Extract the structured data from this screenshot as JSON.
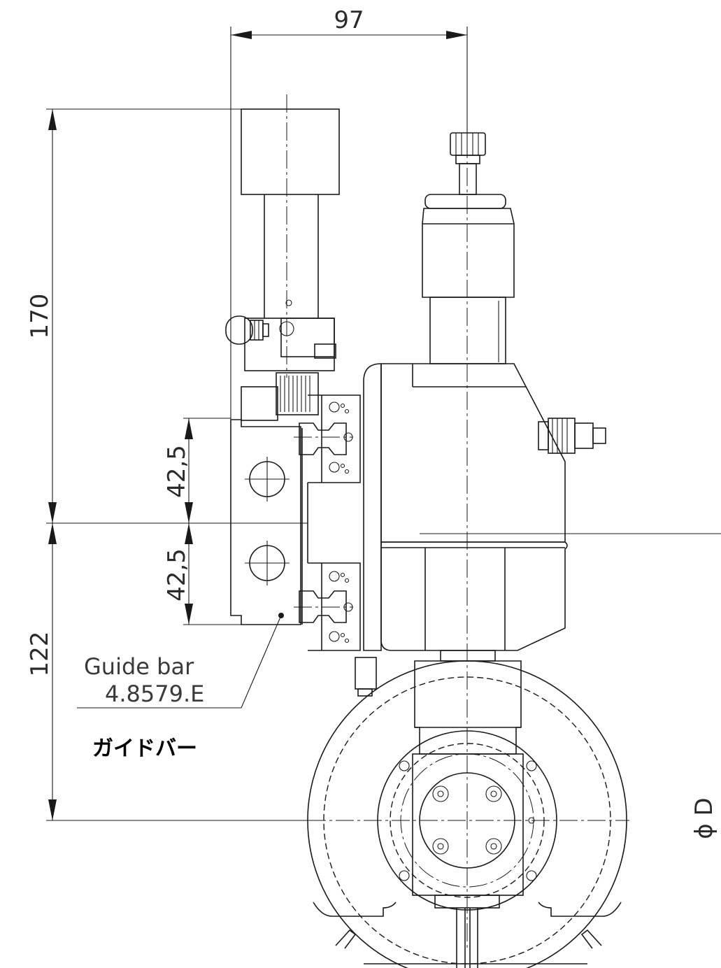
{
  "dimensions": {
    "width_top": "97",
    "height_upper": "170",
    "height_lower": "122",
    "pitch_upper": "42,5",
    "pitch_lower": "42,5",
    "diameter": "ϕ D"
  },
  "callout": {
    "line1": "Guide bar",
    "line2": "4.8579.E",
    "japanese": "ガイドバー"
  }
}
